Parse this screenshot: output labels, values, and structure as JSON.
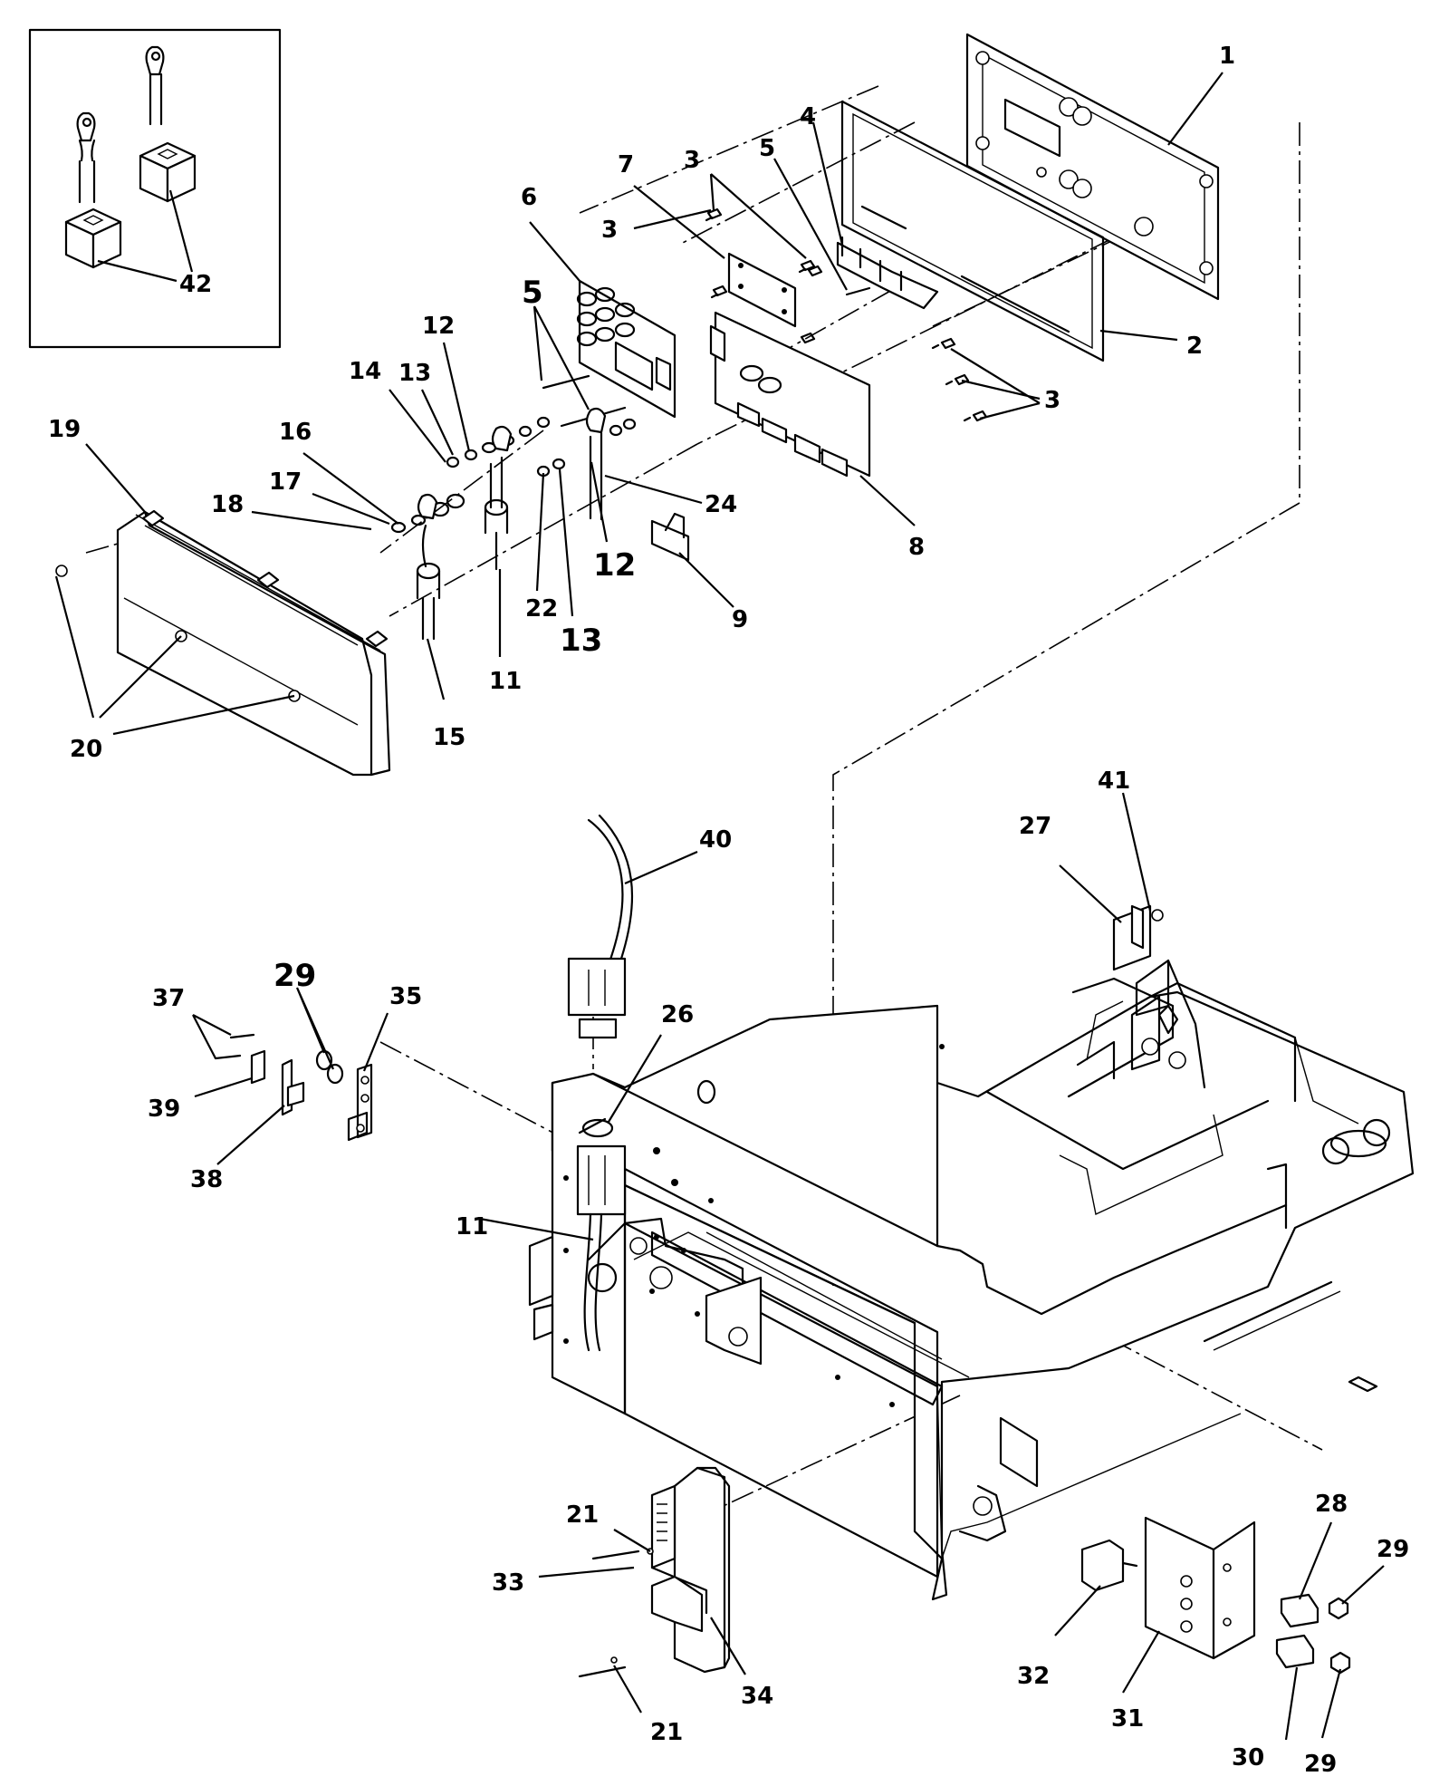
{
  "labels": {
    "l1": "1",
    "l2": "2",
    "l3a": "3",
    "l3b": "3",
    "l3c": "3",
    "l4": "4",
    "l5a": "5",
    "l5b": "5",
    "l6": "6",
    "l7": "7",
    "l8": "8",
    "l9": "9",
    "l11a": "11",
    "l11b": "11",
    "l12a": "12",
    "l12b": "12",
    "l13a": "13",
    "l13b": "13",
    "l14": "14",
    "l15": "15",
    "l16": "16",
    "l17": "17",
    "l18": "18",
    "l19": "19",
    "l20": "20",
    "l21a": "21",
    "l21b": "21",
    "l22": "22",
    "l24": "24",
    "l26": "26",
    "l27": "27",
    "l28": "28",
    "l29a": "29",
    "l29b": "29",
    "l29c": "29",
    "l30": "30",
    "l31": "31",
    "l32": "32",
    "l33": "33",
    "l34": "34",
    "l35": "35",
    "l37": "37",
    "l38": "38",
    "l39": "39",
    "l40": "40",
    "l41": "41",
    "l42": "42"
  }
}
